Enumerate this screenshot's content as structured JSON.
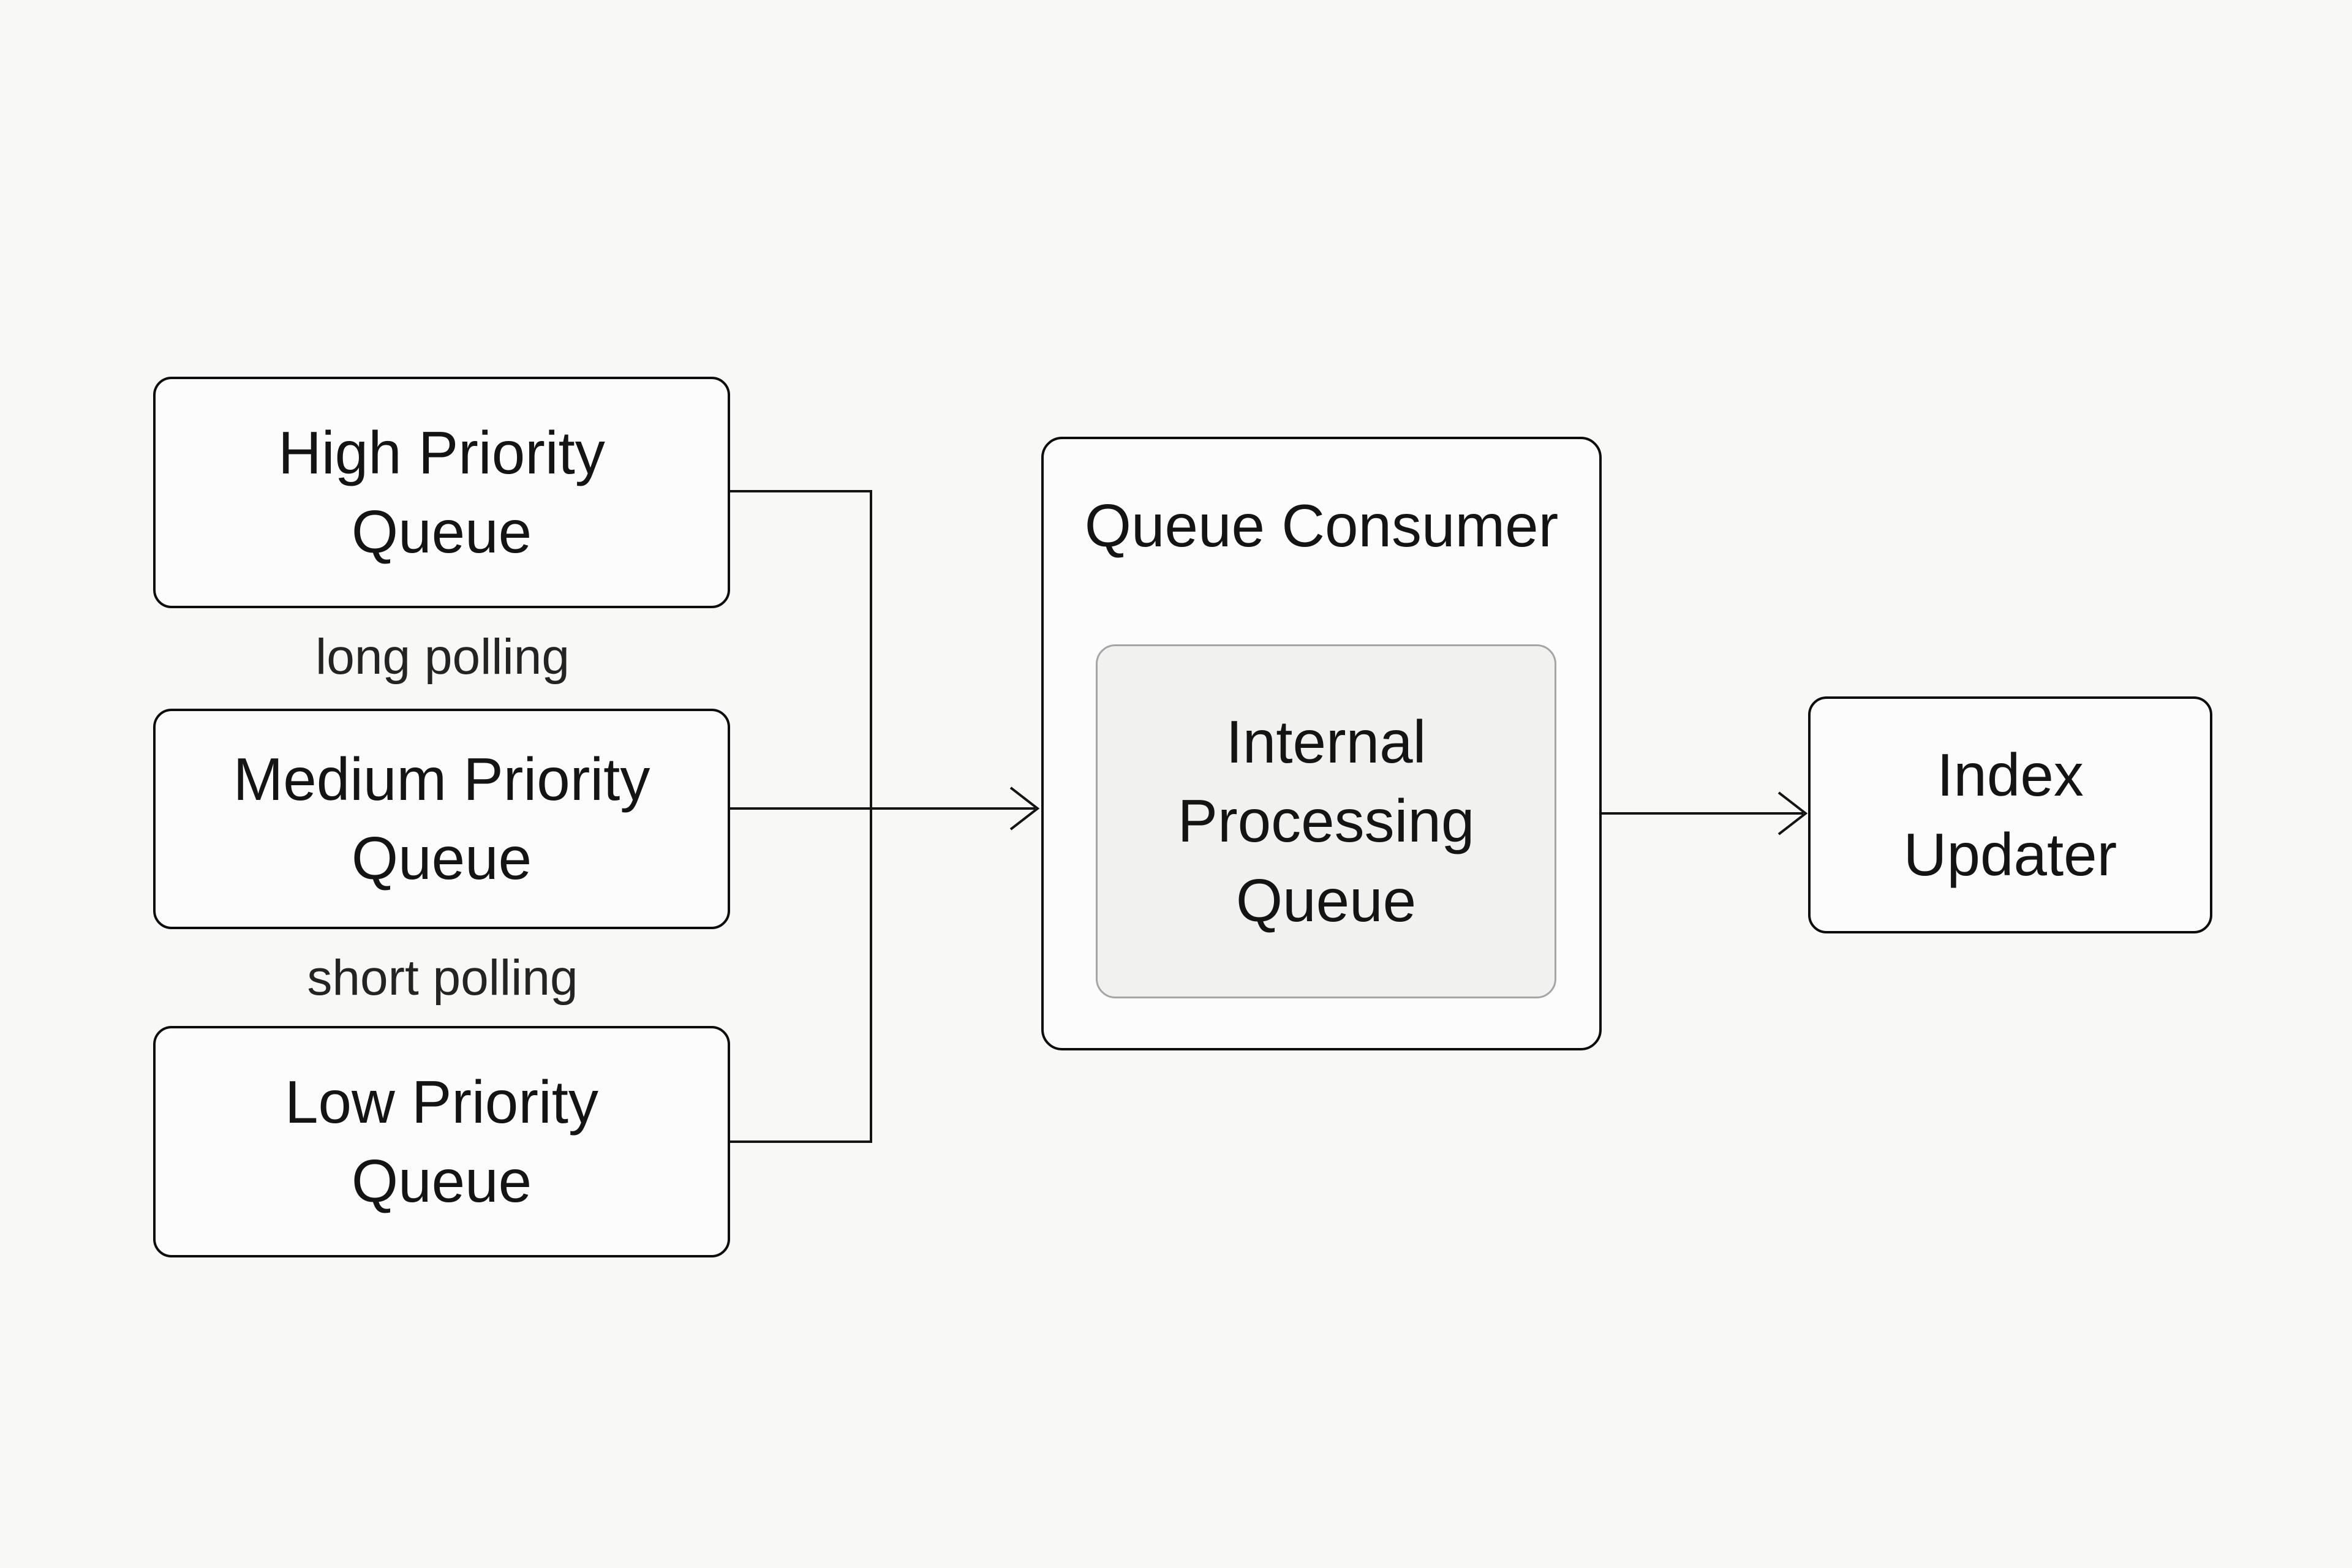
{
  "diagram": {
    "type": "flowchart",
    "nodes": {
      "high_priority_queue": {
        "label": "High Priority\nQueue"
      },
      "medium_priority_queue": {
        "label": "Medium Priority\nQueue"
      },
      "low_priority_queue": {
        "label": "Low Priority\nQueue"
      },
      "queue_consumer": {
        "label": "Queue Consumer"
      },
      "internal_processing_queue": {
        "label": "Internal\nProcessing\nQueue"
      },
      "index_updater": {
        "label": "Index\nUpdater"
      }
    },
    "edge_labels": {
      "long_polling": "long polling",
      "short_polling": "short polling"
    },
    "edges": [
      {
        "from": "high_priority_queue",
        "to": "queue_consumer",
        "label": "long polling"
      },
      {
        "from": "medium_priority_queue",
        "to": "queue_consumer",
        "label": "short polling"
      },
      {
        "from": "low_priority_queue",
        "to": "queue_consumer",
        "label": ""
      },
      {
        "from": "queue_consumer",
        "to": "index_updater",
        "label": ""
      }
    ],
    "colors": {
      "background": "#f8f8f7",
      "node_fill": "#fcfcfc",
      "node_border": "#0d0d0d",
      "inner_node_fill": "#f1f1f0",
      "inner_node_border": "#a5a5a5",
      "connector_line": "#141414",
      "text": "#141414"
    }
  }
}
